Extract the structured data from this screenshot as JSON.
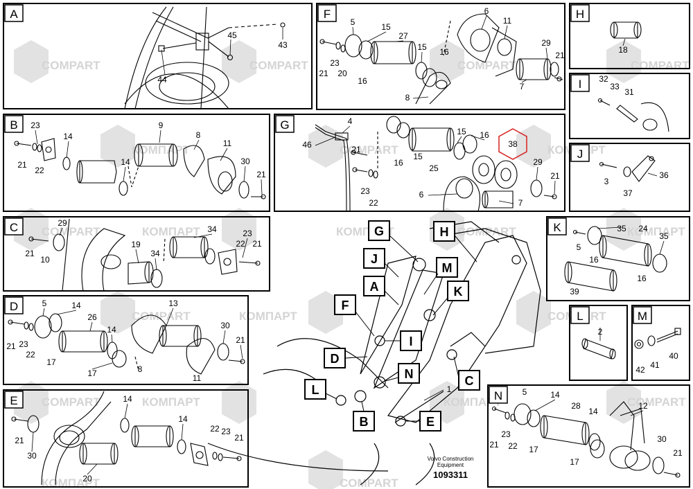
{
  "watermarks": [
    "COMPART",
    "КОМПАРТ"
  ],
  "accent_color": "#d62020",
  "stamp": {
    "line1": "Volvo Construction",
    "line2": "Equipment",
    "number": "1093311"
  },
  "callouts": [
    "G",
    "H",
    "J",
    "M",
    "A",
    "K",
    "F",
    "I",
    "D",
    "N",
    "C",
    "L",
    "B",
    "E"
  ],
  "panels": {
    "A": {
      "letter": "A",
      "parts": [
        "43",
        "45",
        "44"
      ]
    },
    "B": {
      "letter": "B",
      "parts": [
        "23",
        "21",
        "22",
        "14",
        "14",
        "9",
        "8",
        "11",
        "30",
        "21"
      ]
    },
    "C": {
      "letter": "C",
      "parts": [
        "29",
        "21",
        "10",
        "19",
        "34",
        "34",
        "23",
        "22",
        "21"
      ]
    },
    "D": {
      "letter": "D",
      "parts": [
        "5",
        "14",
        "21",
        "23",
        "22",
        "17",
        "26",
        "14",
        "17",
        "13",
        "30",
        "21",
        "8",
        "11"
      ]
    },
    "E": {
      "letter": "E",
      "parts": [
        "14",
        "21",
        "30",
        "20",
        "14",
        "22",
        "23",
        "21"
      ]
    },
    "F": {
      "letter": "F",
      "parts": [
        "5",
        "15",
        "27",
        "6",
        "11",
        "21",
        "23",
        "20",
        "16",
        "15",
        "16",
        "29",
        "21",
        "8",
        "7"
      ]
    },
    "G": {
      "letter": "G",
      "parts": [
        "4",
        "46",
        "21",
        "16",
        "15",
        "25",
        "15",
        "16",
        "38",
        "29",
        "21",
        "23",
        "22",
        "6",
        "7"
      ]
    },
    "H": {
      "letter": "H",
      "parts": [
        "18"
      ]
    },
    "I": {
      "letter": "I",
      "parts": [
        "32",
        "33",
        "31"
      ]
    },
    "J": {
      "letter": "J",
      "parts": [
        "36",
        "3",
        "37"
      ]
    },
    "K": {
      "letter": "K",
      "parts": [
        "35",
        "24",
        "35",
        "5",
        "16",
        "39",
        "16"
      ]
    },
    "L": {
      "letter": "L",
      "parts": [
        "2"
      ]
    },
    "M": {
      "letter": "M",
      "parts": [
        "42",
        "41",
        "40"
      ]
    },
    "N": {
      "letter": "N",
      "parts": [
        "5",
        "14",
        "28",
        "14",
        "12",
        "21",
        "23",
        "22",
        "17",
        "17",
        "30",
        "21"
      ]
    },
    "overview": {
      "parts": [
        "1"
      ]
    }
  }
}
